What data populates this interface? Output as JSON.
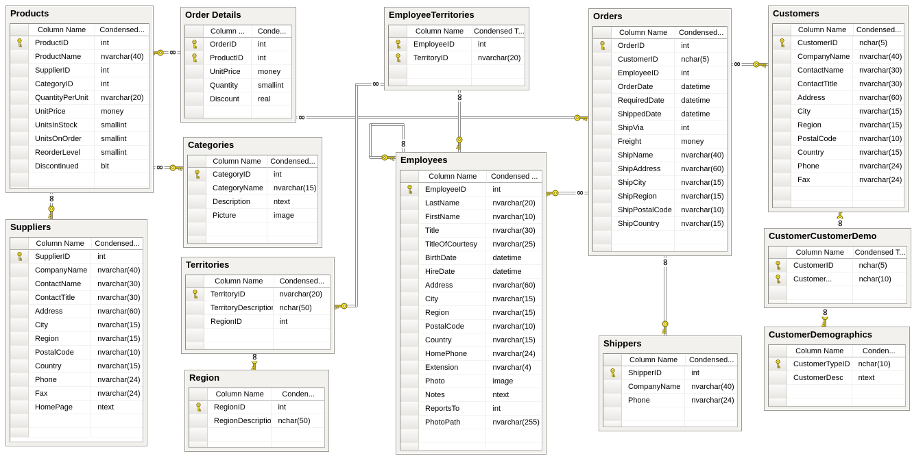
{
  "diagram": {
    "kind": "database-schema-diagram",
    "grid_header_default": {
      "name": "Column Name",
      "type": "Condensed..."
    },
    "icons": {
      "primary_key": "key-icon",
      "one_side": "key-icon",
      "many_side": "infinity-icon",
      "many_glyph": "∞"
    },
    "colors": {
      "key_icon": "#f9e733",
      "key_outline": "#6b5d00",
      "relationship_line": "#8f8f8f",
      "window_bg": "#f2f1ee",
      "grid_bg": "#ffffff",
      "title_color": "#000000"
    },
    "tables": [
      {
        "name": "Products",
        "title": "Products",
        "header": {
          "name": "Column Name",
          "type": "Condensed..."
        },
        "columns": [
          {
            "name": "ProductID",
            "type": "int",
            "pk": true
          },
          {
            "name": "ProductName",
            "type": "nvarchar(40)",
            "pk": false
          },
          {
            "name": "SupplierID",
            "type": "int",
            "pk": false
          },
          {
            "name": "CategoryID",
            "type": "int",
            "pk": false
          },
          {
            "name": "QuantityPerUnit",
            "type": "nvarchar(20)",
            "pk": false
          },
          {
            "name": "UnitPrice",
            "type": "money",
            "pk": false
          },
          {
            "name": "UnitsInStock",
            "type": "smallint",
            "pk": false
          },
          {
            "name": "UnitsOnOrder",
            "type": "smallint",
            "pk": false
          },
          {
            "name": "ReorderLevel",
            "type": "smallint",
            "pk": false
          },
          {
            "name": "Discontinued",
            "type": "bit",
            "pk": false
          }
        ]
      },
      {
        "name": "Order Details",
        "title": "Order Details",
        "header": {
          "name": "Column ...",
          "type": "Conde..."
        },
        "columns": [
          {
            "name": "OrderID",
            "type": "int",
            "pk": true
          },
          {
            "name": "ProductID",
            "type": "int",
            "pk": true
          },
          {
            "name": "UnitPrice",
            "type": "money",
            "pk": false
          },
          {
            "name": "Quantity",
            "type": "smallint",
            "pk": false
          },
          {
            "name": "Discount",
            "type": "real",
            "pk": false
          }
        ]
      },
      {
        "name": "Categories",
        "title": "Categories",
        "header": {
          "name": "Column Name",
          "type": "Condensed..."
        },
        "columns": [
          {
            "name": "CategoryID",
            "type": "int",
            "pk": true
          },
          {
            "name": "CategoryName",
            "type": "nvarchar(15)",
            "pk": false
          },
          {
            "name": "Description",
            "type": "ntext",
            "pk": false
          },
          {
            "name": "Picture",
            "type": "image",
            "pk": false
          }
        ]
      },
      {
        "name": "Territories",
        "title": "Territories",
        "header": {
          "name": "Column Name",
          "type": "Condensed..."
        },
        "columns": [
          {
            "name": "TerritoryID",
            "type": "nvarchar(20)",
            "pk": true
          },
          {
            "name": "TerritoryDescription",
            "type": "nchar(50)",
            "pk": false
          },
          {
            "name": "RegionID",
            "type": "int",
            "pk": false
          }
        ]
      },
      {
        "name": "Region",
        "title": "Region",
        "header": {
          "name": "Column Name",
          "type": "Conden..."
        },
        "columns": [
          {
            "name": "RegionID",
            "type": "int",
            "pk": true
          },
          {
            "name": "RegionDescription",
            "type": "nchar(50)",
            "pk": false
          }
        ]
      },
      {
        "name": "Suppliers",
        "title": "Suppliers",
        "header": {
          "name": "Column Name",
          "type": "Condensed..."
        },
        "columns": [
          {
            "name": "SupplierID",
            "type": "int",
            "pk": true
          },
          {
            "name": "CompanyName",
            "type": "nvarchar(40)",
            "pk": false
          },
          {
            "name": "ContactName",
            "type": "nvarchar(30)",
            "pk": false
          },
          {
            "name": "ContactTitle",
            "type": "nvarchar(30)",
            "pk": false
          },
          {
            "name": "Address",
            "type": "nvarchar(60)",
            "pk": false
          },
          {
            "name": "City",
            "type": "nvarchar(15)",
            "pk": false
          },
          {
            "name": "Region",
            "type": "nvarchar(15)",
            "pk": false
          },
          {
            "name": "PostalCode",
            "type": "nvarchar(10)",
            "pk": false
          },
          {
            "name": "Country",
            "type": "nvarchar(15)",
            "pk": false
          },
          {
            "name": "Phone",
            "type": "nvarchar(24)",
            "pk": false
          },
          {
            "name": "Fax",
            "type": "nvarchar(24)",
            "pk": false
          },
          {
            "name": "HomePage",
            "type": "ntext",
            "pk": false
          }
        ]
      },
      {
        "name": "EmployeeTerritories",
        "title": "EmployeeTerritories",
        "header": {
          "name": "Column Name",
          "type": "Condensed T..."
        },
        "columns": [
          {
            "name": "EmployeeID",
            "type": "int",
            "pk": true
          },
          {
            "name": "TerritoryID",
            "type": "nvarchar(20)",
            "pk": true
          }
        ]
      },
      {
        "name": "Employees",
        "title": "Employees",
        "header": {
          "name": "Column Name",
          "type": "Condensed ..."
        },
        "columns": [
          {
            "name": "EmployeeID",
            "type": "int",
            "pk": true
          },
          {
            "name": "LastName",
            "type": "nvarchar(20)",
            "pk": false
          },
          {
            "name": "FirstName",
            "type": "nvarchar(10)",
            "pk": false
          },
          {
            "name": "Title",
            "type": "nvarchar(30)",
            "pk": false
          },
          {
            "name": "TitleOfCourtesy",
            "type": "nvarchar(25)",
            "pk": false
          },
          {
            "name": "BirthDate",
            "type": "datetime",
            "pk": false
          },
          {
            "name": "HireDate",
            "type": "datetime",
            "pk": false
          },
          {
            "name": "Address",
            "type": "nvarchar(60)",
            "pk": false
          },
          {
            "name": "City",
            "type": "nvarchar(15)",
            "pk": false
          },
          {
            "name": "Region",
            "type": "nvarchar(15)",
            "pk": false
          },
          {
            "name": "PostalCode",
            "type": "nvarchar(10)",
            "pk": false
          },
          {
            "name": "Country",
            "type": "nvarchar(15)",
            "pk": false
          },
          {
            "name": "HomePhone",
            "type": "nvarchar(24)",
            "pk": false
          },
          {
            "name": "Extension",
            "type": "nvarchar(4)",
            "pk": false
          },
          {
            "name": "Photo",
            "type": "image",
            "pk": false
          },
          {
            "name": "Notes",
            "type": "ntext",
            "pk": false
          },
          {
            "name": "ReportsTo",
            "type": "int",
            "pk": false
          },
          {
            "name": "PhotoPath",
            "type": "nvarchar(255)",
            "pk": false
          }
        ]
      },
      {
        "name": "Orders",
        "title": "Orders",
        "header": {
          "name": "Column Name",
          "type": "Condensed..."
        },
        "columns": [
          {
            "name": "OrderID",
            "type": "int",
            "pk": true
          },
          {
            "name": "CustomerID",
            "type": "nchar(5)",
            "pk": false
          },
          {
            "name": "EmployeeID",
            "type": "int",
            "pk": false
          },
          {
            "name": "OrderDate",
            "type": "datetime",
            "pk": false
          },
          {
            "name": "RequiredDate",
            "type": "datetime",
            "pk": false
          },
          {
            "name": "ShippedDate",
            "type": "datetime",
            "pk": false
          },
          {
            "name": "ShipVia",
            "type": "int",
            "pk": false
          },
          {
            "name": "Freight",
            "type": "money",
            "pk": false
          },
          {
            "name": "ShipName",
            "type": "nvarchar(40)",
            "pk": false
          },
          {
            "name": "ShipAddress",
            "type": "nvarchar(60)",
            "pk": false
          },
          {
            "name": "ShipCity",
            "type": "nvarchar(15)",
            "pk": false
          },
          {
            "name": "ShipRegion",
            "type": "nvarchar(15)",
            "pk": false
          },
          {
            "name": "ShipPostalCode",
            "type": "nvarchar(10)",
            "pk": false
          },
          {
            "name": "ShipCountry",
            "type": "nvarchar(15)",
            "pk": false
          }
        ]
      },
      {
        "name": "Shippers",
        "title": "Shippers",
        "header": {
          "name": "Column Name",
          "type": "Condensed..."
        },
        "columns": [
          {
            "name": "ShipperID",
            "type": "int",
            "pk": true
          },
          {
            "name": "CompanyName",
            "type": "nvarchar(40)",
            "pk": false
          },
          {
            "name": "Phone",
            "type": "nvarchar(24)",
            "pk": false
          }
        ]
      },
      {
        "name": "Customers",
        "title": "Customers",
        "header": {
          "name": "Column Name",
          "type": "Condensed..."
        },
        "columns": [
          {
            "name": "CustomerID",
            "type": "nchar(5)",
            "pk": true
          },
          {
            "name": "CompanyName",
            "type": "nvarchar(40)",
            "pk": false
          },
          {
            "name": "ContactName",
            "type": "nvarchar(30)",
            "pk": false
          },
          {
            "name": "ContactTitle",
            "type": "nvarchar(30)",
            "pk": false
          },
          {
            "name": "Address",
            "type": "nvarchar(60)",
            "pk": false
          },
          {
            "name": "City",
            "type": "nvarchar(15)",
            "pk": false
          },
          {
            "name": "Region",
            "type": "nvarchar(15)",
            "pk": false
          },
          {
            "name": "PostalCode",
            "type": "nvarchar(10)",
            "pk": false
          },
          {
            "name": "Country",
            "type": "nvarchar(15)",
            "pk": false
          },
          {
            "name": "Phone",
            "type": "nvarchar(24)",
            "pk": false
          },
          {
            "name": "Fax",
            "type": "nvarchar(24)",
            "pk": false
          }
        ]
      },
      {
        "name": "CustomerCustomerDemo",
        "title": "CustomerCustomerDemo",
        "header": {
          "name": "Column Name",
          "type": "Condensed T..."
        },
        "columns": [
          {
            "name": "CustomerID",
            "type": "nchar(5)",
            "pk": true
          },
          {
            "name": "Customer...",
            "type": "nchar(10)",
            "pk": true
          }
        ]
      },
      {
        "name": "CustomerDemographics",
        "title": "CustomerDemographics",
        "header": {
          "name": "Column Name",
          "type": "Conden..."
        },
        "columns": [
          {
            "name": "CustomerTypeID",
            "type": "nchar(10)",
            "pk": true
          },
          {
            "name": "CustomerDesc",
            "type": "ntext",
            "pk": false
          }
        ]
      }
    ],
    "relationships": [
      {
        "pk_table": "Products",
        "fk_table": "Order Details"
      },
      {
        "pk_table": "Orders",
        "fk_table": "Order Details"
      },
      {
        "pk_table": "Categories",
        "fk_table": "Products"
      },
      {
        "pk_table": "Suppliers",
        "fk_table": "Products"
      },
      {
        "pk_table": "Territories",
        "fk_table": "EmployeeTerritories"
      },
      {
        "pk_table": "Employees",
        "fk_table": "EmployeeTerritories"
      },
      {
        "pk_table": "Employees",
        "fk_table": "Employees"
      },
      {
        "pk_table": "Employees",
        "fk_table": "Orders"
      },
      {
        "pk_table": "Customers",
        "fk_table": "Orders"
      },
      {
        "pk_table": "Shippers",
        "fk_table": "Orders"
      },
      {
        "pk_table": "Region",
        "fk_table": "Territories"
      },
      {
        "pk_table": "Customers",
        "fk_table": "CustomerCustomerDemo"
      },
      {
        "pk_table": "CustomerDemographics",
        "fk_table": "CustomerCustomerDemo"
      }
    ]
  }
}
